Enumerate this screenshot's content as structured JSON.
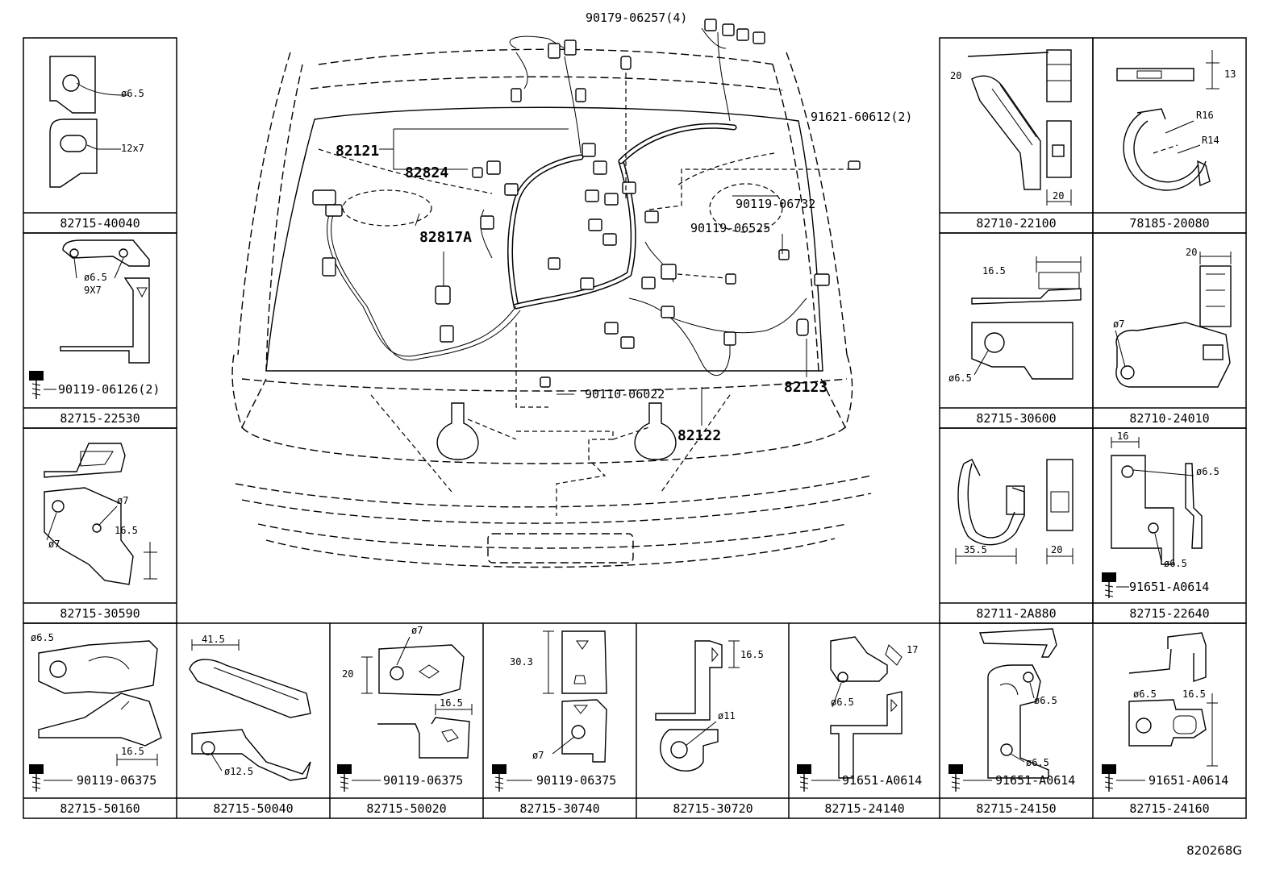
{
  "diagram_code": "820268G",
  "callouts": {
    "top_bolt": "90179-06257(4)",
    "bolt_right_top": "91621-60612(2)",
    "h82121": "82121",
    "h82824": "82824",
    "h82817a": "82817A",
    "b06732": "90119-06732",
    "b06525": "90119-06525",
    "b06022": "90110-06022",
    "h82123": "82123",
    "h82122": "82122"
  },
  "parts": [
    {
      "part_no": "82715-40040",
      "dims": [
        "ø6.5",
        "12x7"
      ]
    },
    {
      "part_no": "82715-22530",
      "dims": [
        "ø6.5",
        "9X7"
      ],
      "bolt": "90119-06126(2)"
    },
    {
      "part_no": "82715-30590",
      "dims": [
        "ø7",
        "ø7",
        "16.5"
      ]
    },
    {
      "part_no": "82710-22100",
      "dims": [
        "20",
        "20"
      ]
    },
    {
      "part_no": "78185-20080",
      "dims": [
        "13",
        "R16",
        "R14"
      ]
    },
    {
      "part_no": "82715-30600",
      "dims": [
        "16.5",
        "ø6.5"
      ]
    },
    {
      "part_no": "82710-24010",
      "dims": [
        "20",
        "ø7"
      ]
    },
    {
      "part_no": "82711-2A880",
      "dims": [
        "35.5",
        "20"
      ]
    },
    {
      "part_no": "82715-22640",
      "dims": [
        "16",
        "ø6.5",
        "ø6.5"
      ],
      "bolt": "91651-A0614"
    },
    {
      "part_no": "82715-50160",
      "dims": [
        "ø6.5",
        "16.5"
      ],
      "bolt": "90119-06375"
    },
    {
      "part_no": "82715-50040",
      "dims": [
        "41.5",
        "ø12.5"
      ]
    },
    {
      "part_no": "82715-50020",
      "dims": [
        "ø7",
        "20",
        "16.5"
      ],
      "bolt": "90119-06375"
    },
    {
      "part_no": "82715-30740",
      "dims": [
        "30.3",
        "ø7"
      ],
      "bolt": "90119-06375"
    },
    {
      "part_no": "82715-30720",
      "dims": [
        "16.5",
        "ø11"
      ]
    },
    {
      "part_no": "82715-24140",
      "dims": [
        "17",
        "ø6.5"
      ],
      "bolt": "91651-A0614"
    },
    {
      "part_no": "82715-24150",
      "dims": [
        "ø6.5",
        "ø6.5"
      ],
      "bolt": "91651-A0614"
    },
    {
      "part_no": "82715-24160",
      "dims": [
        "ø6.5",
        "16.5"
      ],
      "bolt": "91651-A0614"
    }
  ]
}
